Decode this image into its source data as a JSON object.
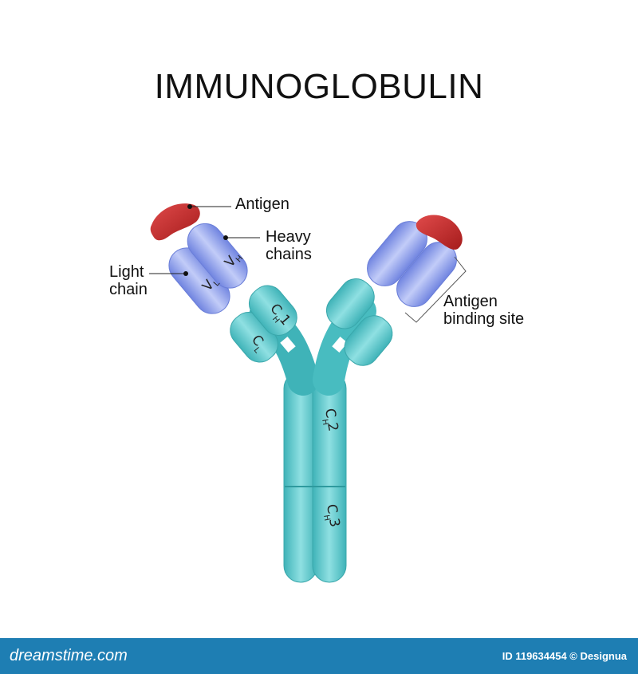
{
  "title": "IMMUNOGLOBULIN",
  "labels": {
    "antigen": "Antigen",
    "heavy_chains": [
      "Heavy",
      "chains"
    ],
    "light_chain": [
      "Light",
      "chain"
    ],
    "antigen_binding_site": [
      "Antigen",
      "binding site"
    ]
  },
  "domains": {
    "vh": {
      "main": "V",
      "sub": "H"
    },
    "vl": {
      "main": "V",
      "sub": "L"
    },
    "ch1": {
      "main": "C",
      "sub": "H",
      "num": "1"
    },
    "cl": {
      "main": "C",
      "sub": "L"
    },
    "ch2": {
      "main": "C",
      "sub": "H",
      "num": "2"
    },
    "ch3": {
      "main": "C",
      "sub": "H",
      "num": "3"
    }
  },
  "colors": {
    "constant_region": "#5cc8cc",
    "variable_region": "#8fa2ee",
    "antigen": "#c62a2a",
    "footer": "#1e7eb3"
  },
  "footer": {
    "brand": "dreamstime.com",
    "credit": "ID 119634454 © Designua"
  }
}
